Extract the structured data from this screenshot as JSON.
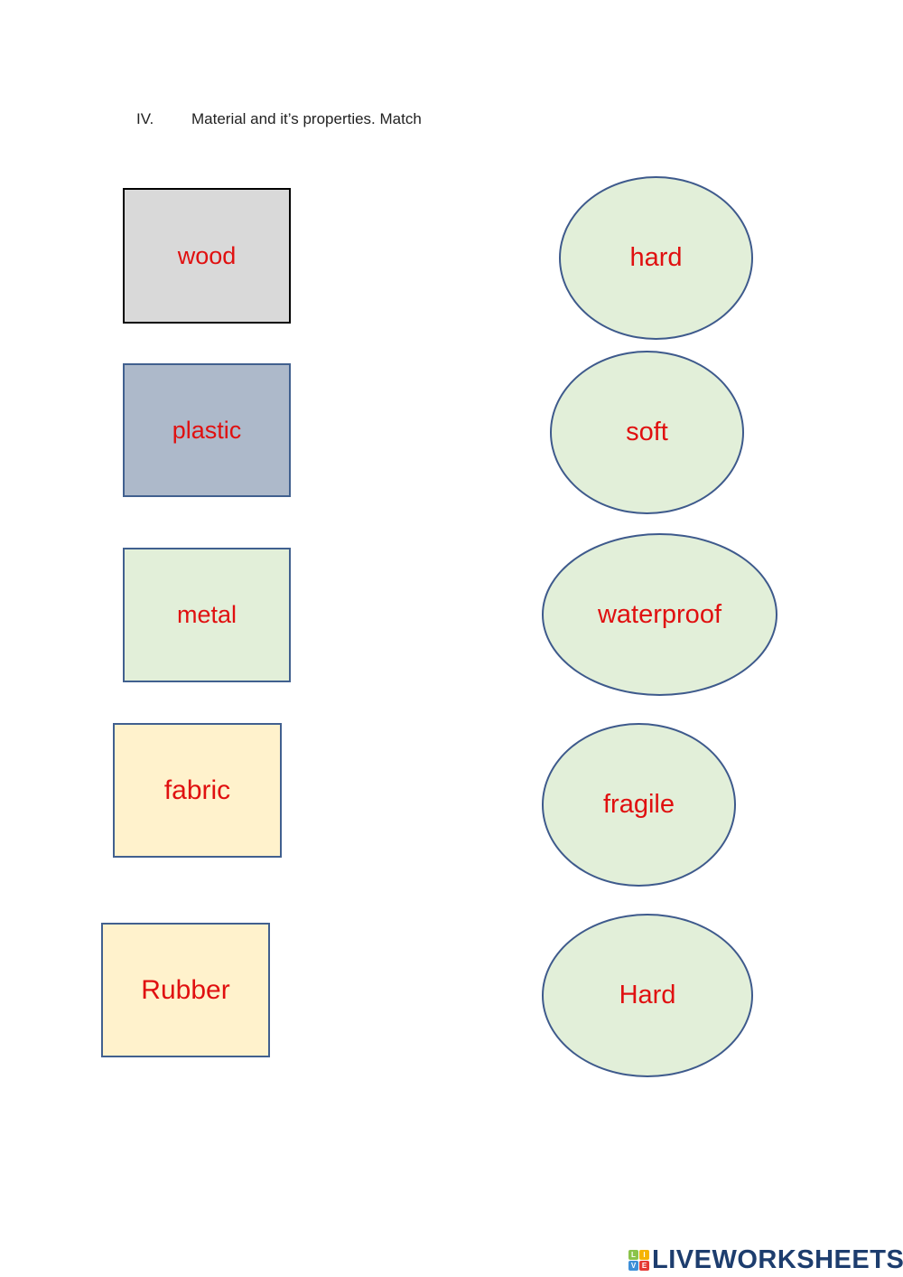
{
  "heading": {
    "number": "IV.",
    "text": "Material and it’s properties. Match"
  },
  "materials": [
    {
      "label": "wood",
      "fill": "#d9d9d9",
      "border": "#000000"
    },
    {
      "label": "plastic",
      "fill": "#adb9ca",
      "border": "#41608f"
    },
    {
      "label": "metal",
      "fill": "#e2efd9",
      "border": "#41608f"
    },
    {
      "label": "fabric",
      "fill": "#fff2cc",
      "border": "#41608f"
    },
    {
      "label": "Rubber",
      "fill": "#fff2cc",
      "border": "#41608f"
    }
  ],
  "properties": [
    {
      "label": "hard"
    },
    {
      "label": "soft"
    },
    {
      "label": "waterproof"
    },
    {
      "label": "fragile"
    },
    {
      "label": "Hard"
    }
  ],
  "colors": {
    "label_text": "#e01010",
    "ellipse_fill": "#e2efd9",
    "ellipse_border": "#3e5a8c"
  },
  "footer": {
    "logo_icon_letters": [
      "L",
      "I",
      "V",
      "E"
    ],
    "logo_text": "LIVEWORKSHEETS"
  }
}
